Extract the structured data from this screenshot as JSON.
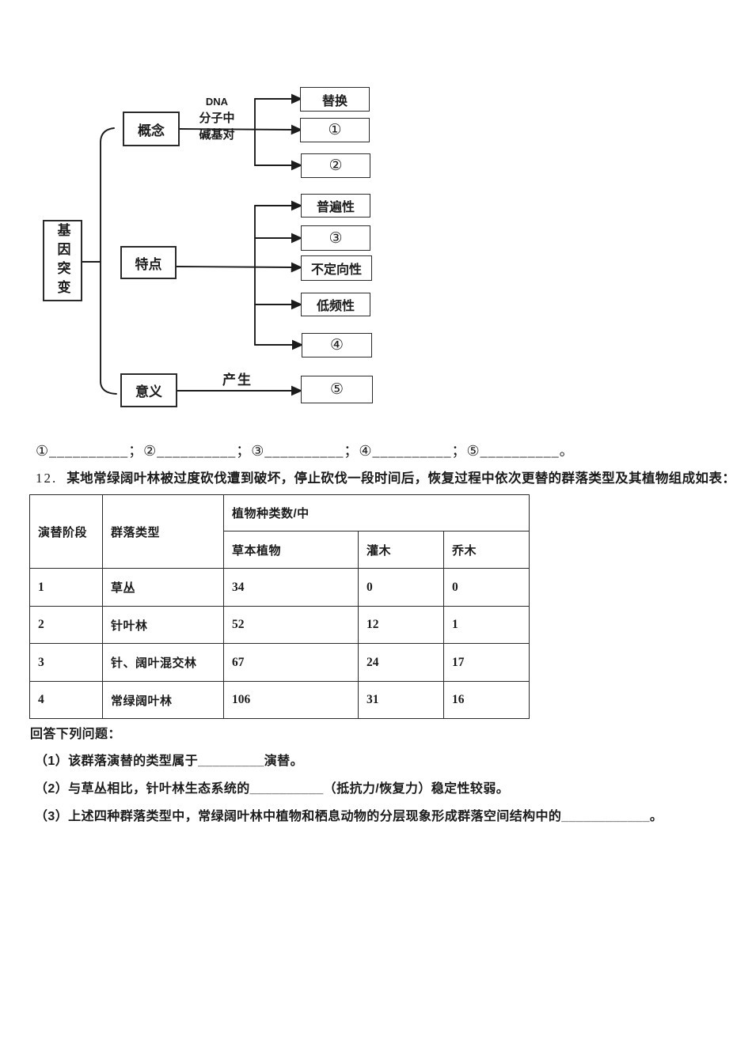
{
  "colors": {
    "ink": "#1c1c1c",
    "paper": "#ffffff",
    "border": "#2a2a2a"
  },
  "diagram": {
    "root": "基因突变",
    "concept": "概念",
    "feature": "特点",
    "meaning": "意义",
    "dna_label": {
      "line1": "DNA",
      "line2": "分子中",
      "line3": "碱基对"
    },
    "produce_label": "产生",
    "targets": {
      "substitution": "替换",
      "blank1": "①",
      "blank2": "②",
      "universality": "普遍性",
      "blank3": "③",
      "nondirectional": "不定向性",
      "low_frequency": "低频性",
      "blank4": "④",
      "blank5": "⑤"
    }
  },
  "blanks_line": "①__________；②__________；③__________；④__________；⑤__________。",
  "question12": {
    "number": "12.",
    "intro": "某地常绿阔叶林被过度砍伐遭到破坏，停止砍伐一段时间后，恢复过程中依次更替的群落类型及其植物组成如表：",
    "table": {
      "headers": {
        "stage": "演替阶段",
        "community": "群落类型",
        "group": "植物种类数/中",
        "herb": "草本植物",
        "shrub": "灌木",
        "tree": "乔木"
      },
      "rows": [
        {
          "stage": "1",
          "community": "草丛",
          "herb": "34",
          "shrub": "0",
          "tree": "0"
        },
        {
          "stage": "2",
          "community": "针叶林",
          "herb": "52",
          "shrub": "12",
          "tree": "1"
        },
        {
          "stage": "3",
          "community": "针、阔叶混交林",
          "herb": "67",
          "shrub": "24",
          "tree": "17"
        },
        {
          "stage": "4",
          "community": "常绿阔叶林",
          "herb": "106",
          "shrub": "31",
          "tree": "16"
        }
      ]
    },
    "answer_prompt": "回答下列问题：",
    "sub_questions": [
      "（1）该群落演替的类型属于_________演替。",
      "（2）与草丛相比，针叶林生态系统的__________（抵抗力/恢复力）稳定性较弱。",
      "（3）上述四种群落类型中，常绿阔叶林中植物和栖息动物的分层现象形成群落空间结构中的____________。"
    ]
  }
}
